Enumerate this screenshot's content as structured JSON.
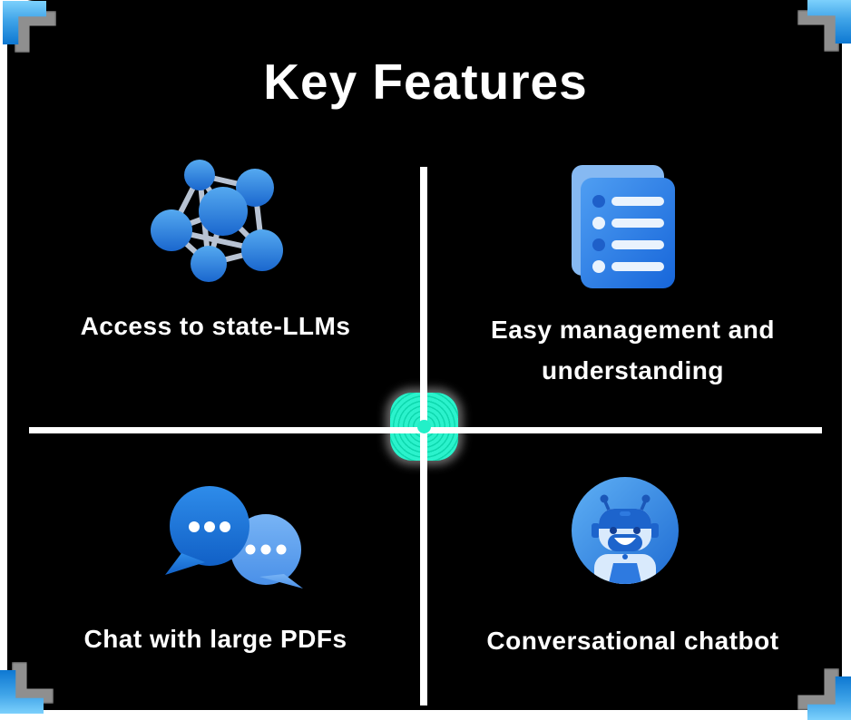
{
  "title": "Key Features",
  "quadrants": {
    "top_left": {
      "icon": "network-graph-icon",
      "label": "Access to state-LLMs"
    },
    "top_right": {
      "icon": "document-list-icon",
      "label_line1": "Easy management and",
      "label_line2": "understanding"
    },
    "bottom_left": {
      "icon": "chat-bubbles-icon",
      "label": "Chat with large PDFs"
    },
    "bottom_right": {
      "icon": "robot-assistant-icon",
      "label": "Conversational chatbot"
    }
  },
  "center": {
    "icon": "concentric-rings-target-icon",
    "color": "#22F0C8"
  },
  "colors": {
    "page_background": "#FFFFFF",
    "panel_background": "#000000",
    "divider": "#FFFFFF",
    "bracket_blue_light": "#7CD0FC",
    "bracket_blue_dark": "#0E78D2",
    "bracket_shadow_gray": "#8F8F8F",
    "icon_blue_dark": "#1565D8",
    "icon_blue_mid": "#3B8DE8",
    "icon_blue_light": "#7DB8F5",
    "center_teal": "#22F0C8"
  }
}
